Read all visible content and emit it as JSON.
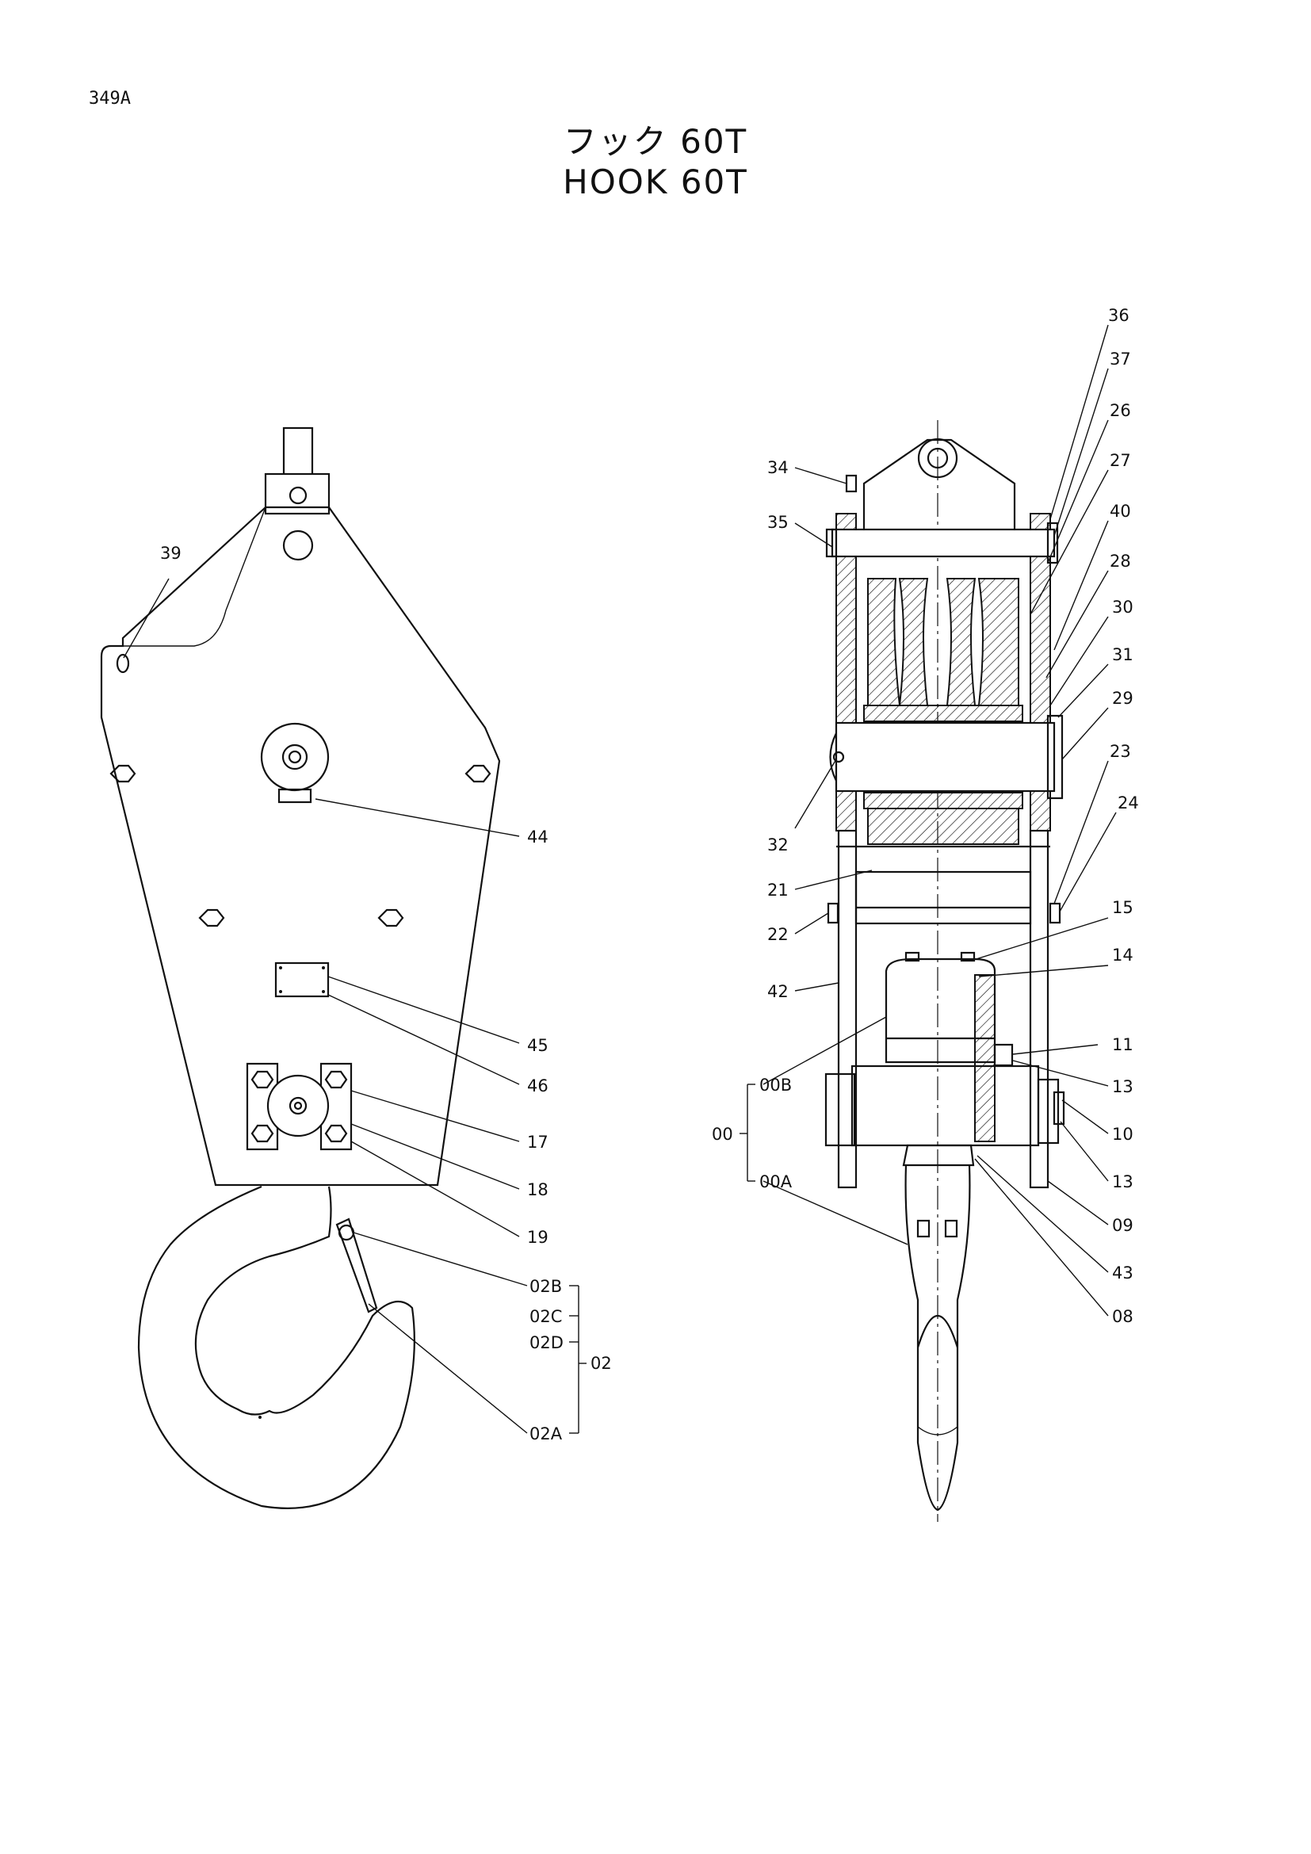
{
  "page_code": "349A",
  "title_jp": "フック 60T",
  "title_en": "HOOK 60T",
  "callouts": {
    "c39": "39",
    "c44": "44",
    "c45": "45",
    "c46": "46",
    "c17": "17",
    "c18": "18",
    "c19": "19",
    "c02B": "02B",
    "c02C": "02C",
    "c02D": "02D",
    "c02": "02",
    "c02A": "02A",
    "c36": "36",
    "c37": "37",
    "c26": "26",
    "c27": "27",
    "c40": "40",
    "c28": "28",
    "c30": "30",
    "c31": "31",
    "c29": "29",
    "c23": "23",
    "c24": "24",
    "c15": "15",
    "c14": "14",
    "c11": "11",
    "c13a": "13",
    "c10": "10",
    "c13b": "13",
    "c09": "09",
    "c43": "43",
    "c08": "08",
    "c34": "34",
    "c35": "35",
    "c32": "32",
    "c21": "21",
    "c22": "22",
    "c42": "42",
    "c00B": "00B",
    "c00": "00",
    "c00A": "00A"
  }
}
